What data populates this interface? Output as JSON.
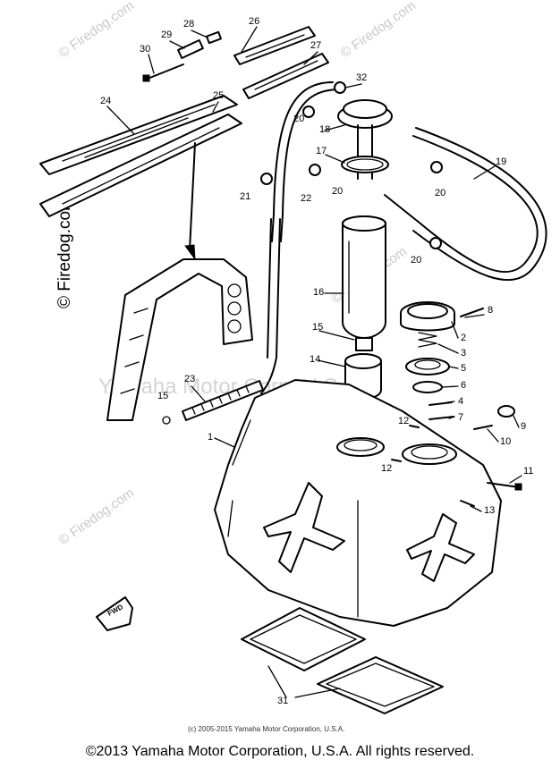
{
  "watermarks": {
    "site": "© Firedog.com",
    "side_label": "© Firedog.com",
    "brand": "Yamaha Motor Corp. U.S.A."
  },
  "callouts": [
    "28",
    "26",
    "29",
    "30",
    "27",
    "32",
    "24",
    "25",
    "18",
    "20",
    "17",
    "19",
    "20",
    "21",
    "22",
    "20",
    "20",
    "16",
    "8",
    "2",
    "3",
    "15",
    "5",
    "14",
    "23",
    "6",
    "15",
    "4",
    "12",
    "7",
    "9",
    "10",
    "1",
    "11",
    "12",
    "13",
    "31"
  ],
  "fwd_label": "FWD",
  "small_copyright": "(c) 2005-2015 Yamaha Motor Corporation, U.S.A.",
  "footer": "©2013 Yamaha Motor Corporation, U.S.A. All rights reserved."
}
